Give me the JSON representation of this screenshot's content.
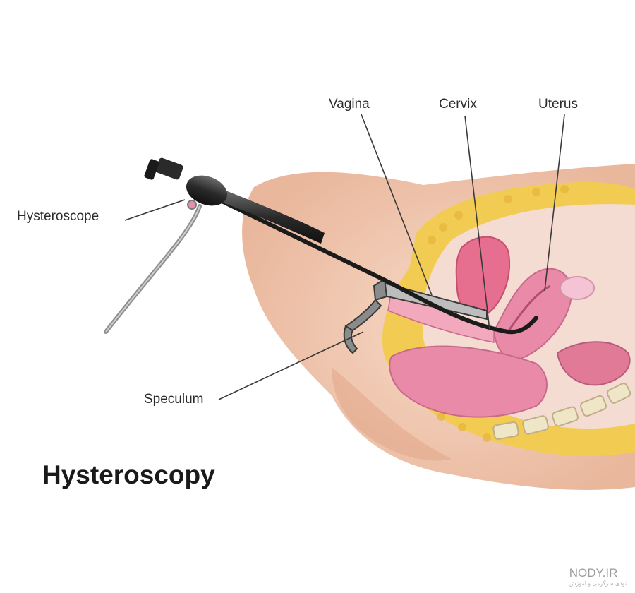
{
  "title": "Hysteroscopy",
  "labels": {
    "vagina": "Vagina",
    "cervix": "Cervix",
    "uterus": "Uterus",
    "hysteroscope": "Hysteroscope",
    "speculum": "Speculum"
  },
  "watermark": {
    "brand": "NODY.IR",
    "tagline": "نودی سرگرمی و آموزش"
  },
  "colors": {
    "skin": "#f0c7ae",
    "fat": "#f2cc52",
    "uterus": "#e98aa8",
    "instrument": "#2d2d2d"
  }
}
